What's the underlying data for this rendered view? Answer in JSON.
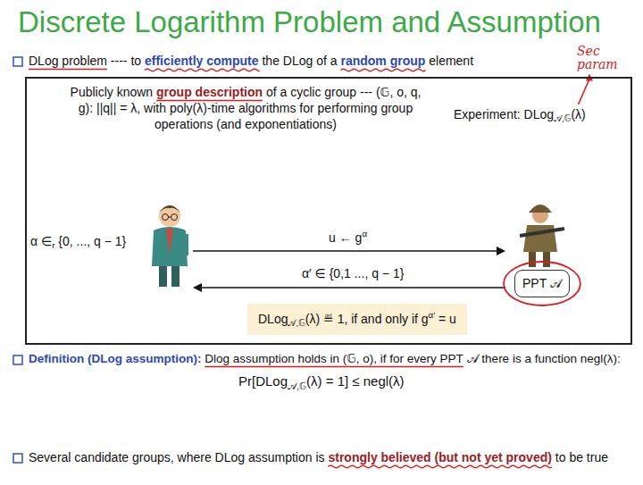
{
  "diagram": {
    "title": "Discrete Logarithm Problem and Assumption",
    "nodes": [
      {
        "text": [
          "Publicly known",
          "group description",
          "of a cyclic group --- (𝔾, o, q, g): ||q|| = λ, with poly(λ)-time algorithms for performing group operations (and exponentiations)"
        ]
      },
      {
        "text": [
          "PPT 𝒜"
        ],
        "in": 0
      },
      {
        "text": [
          "DLog",
          "𝒜,𝔾",
          "(λ) ≝ 1, if and only if",
          "g",
          "α′",
          "= u"
        ],
        "in": 0
      }
    ],
    "labels": [
      "DLog problem",
      "---- to",
      "efficiently compute",
      "the DLog of a",
      "random group",
      "element",
      "Experiment:",
      "DLog",
      "𝒜,𝔾",
      "(λ)",
      "Sec param",
      "α ∈",
      "r",
      "{0, ..., q − 1}",
      "u ←",
      "g",
      "α",
      "α′ ∈ {0,1 ..., q − 1}",
      "Definition (DLog assumption):",
      "Dlog assumption holds in (𝔾, o), if for every PPT",
      "𝒜",
      "there is a function negl(λ):",
      "Pr[DLog",
      "𝒜,𝔾",
      "(λ) = 1] ≤ negl(λ)",
      "Several candidate groups, where DLog assumption is",
      "strongly believed (but not yet proved)",
      "to be true"
    ]
  }
}
